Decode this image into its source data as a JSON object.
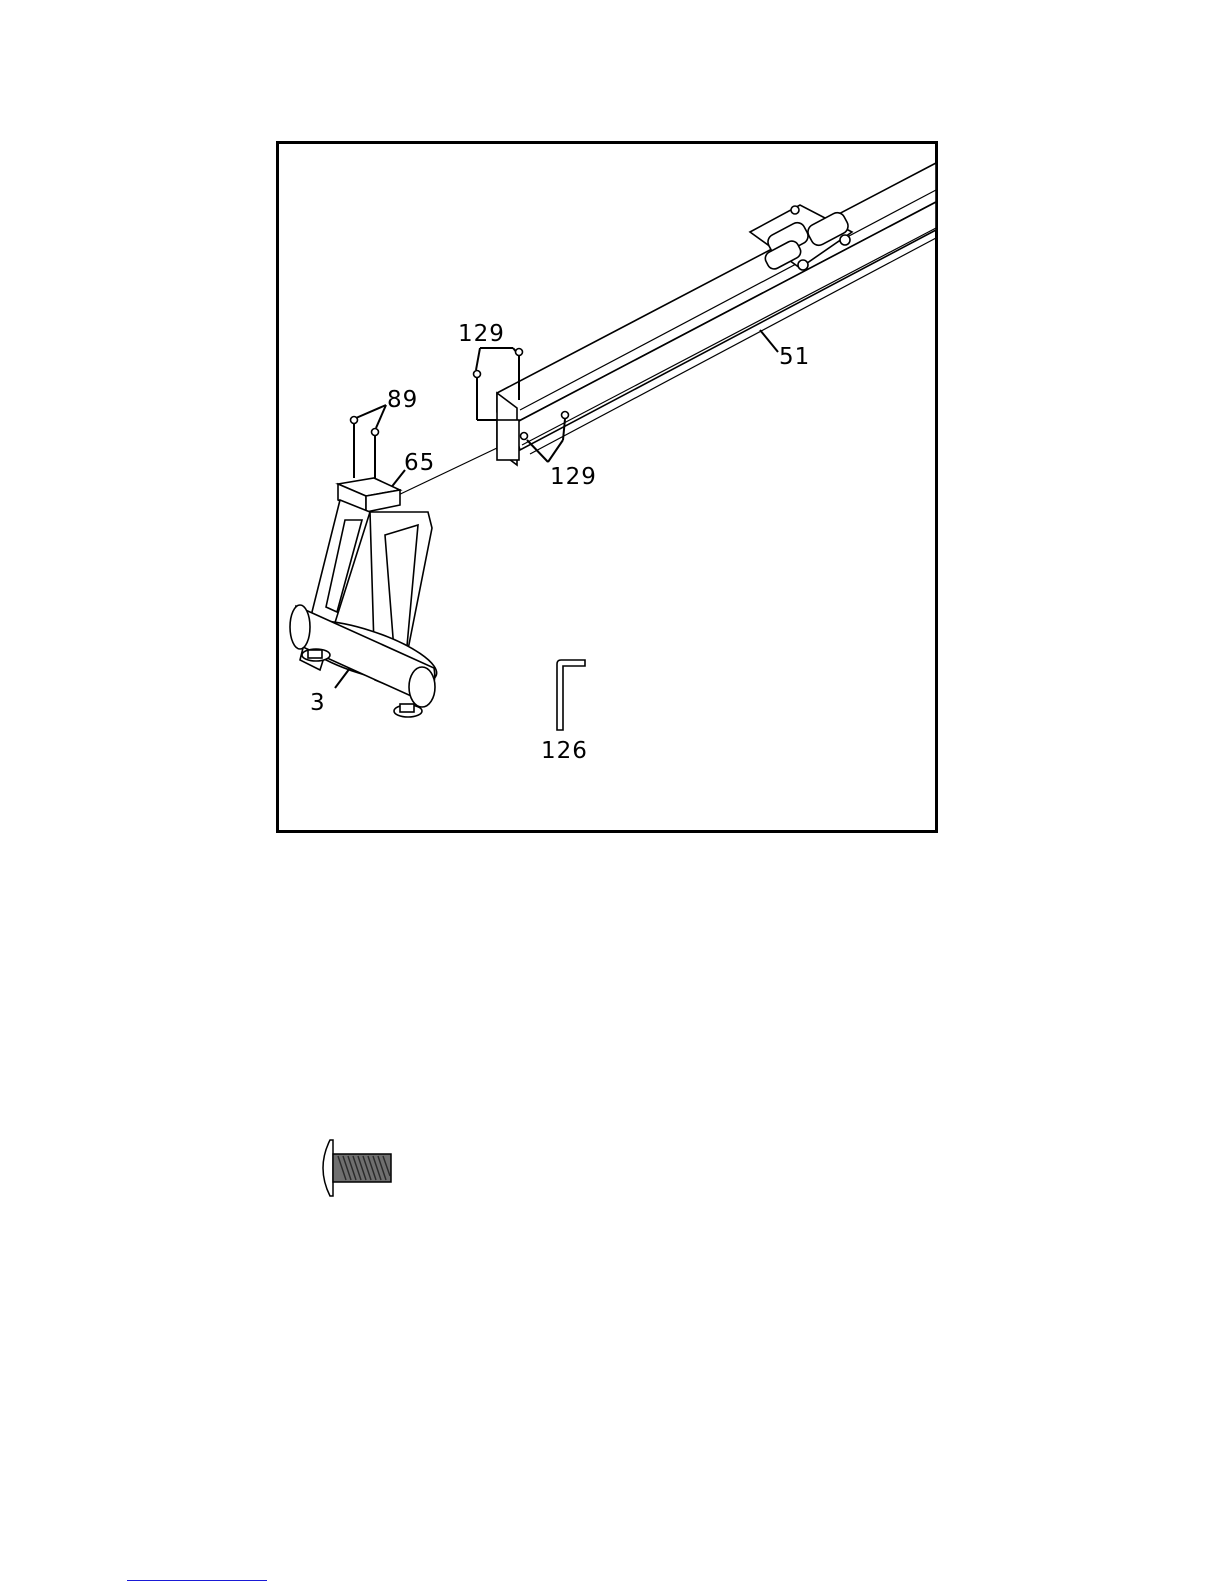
{
  "diagram": {
    "callouts": {
      "part_129_top": "129",
      "part_129_bottom": "129",
      "part_89": "89",
      "part_65": "65",
      "part_51": "51",
      "part_3": "3",
      "part_126": "126"
    }
  },
  "hardware": {
    "icon": "button-head-bolt-icon"
  }
}
